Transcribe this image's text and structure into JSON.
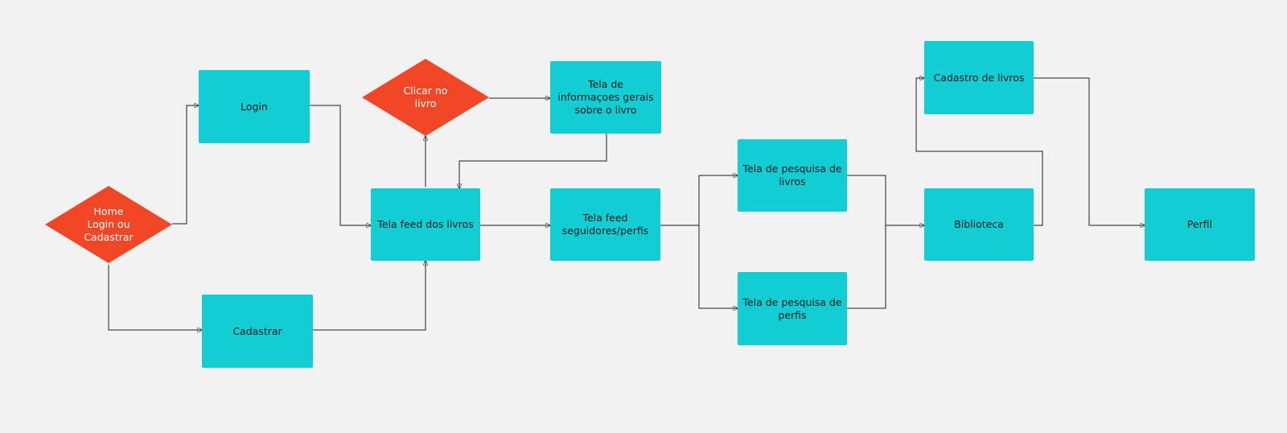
{
  "colors": {
    "process": "#12cdd4",
    "decision": "#f24726",
    "connector": "#1f1f1f",
    "background": "#f2f2f2"
  },
  "nodes": {
    "home": "Home\nLogin ou\nCadastrar",
    "login": "Login",
    "cadastrar": "Cadastrar",
    "clicar_livro": "Clicar no\nlivro",
    "tela_info": "Tela de\ninformaçoes gerais\nsobre o livro",
    "feed_livros": "Tela feed dos livros",
    "feed_seguidores": "Tela feed\nseguidores/perfis",
    "pesquisa_livros": "Tela de pesquisa de\nlivros",
    "pesquisa_perfis": "Tela de pesquisa de\nperfis",
    "biblioteca": "Biblioteca",
    "cadastro_livros": "Cadastro de livros",
    "perfil": "Perfil"
  }
}
